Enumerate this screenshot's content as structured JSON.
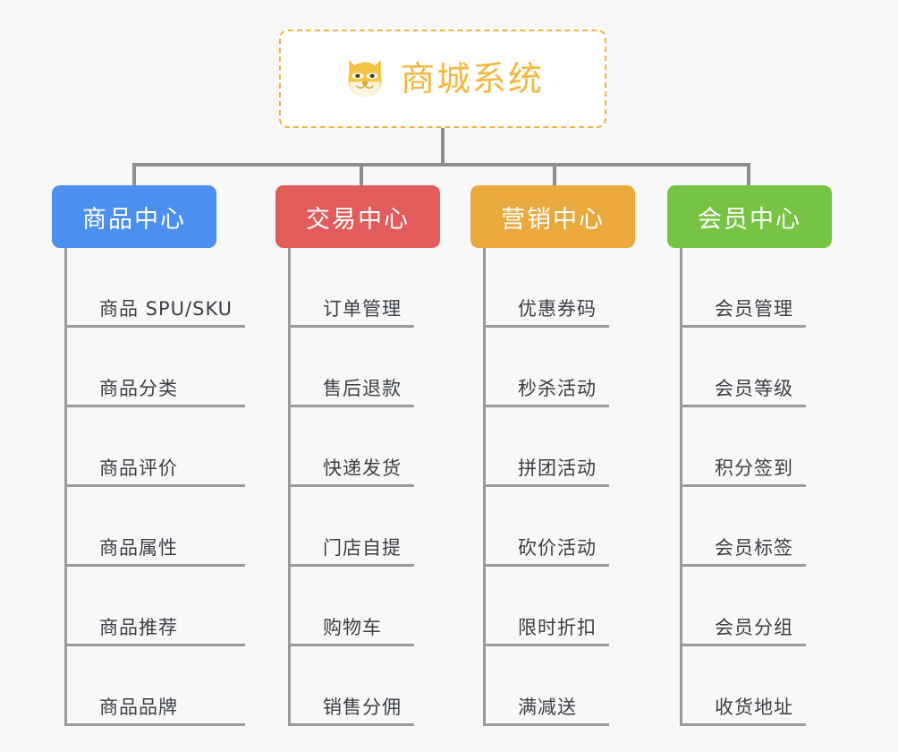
{
  "root": {
    "title": "商城系统",
    "icon": "shiba-dog-face-icon",
    "border_color": "#f0b343",
    "text_color": "#f5b73d",
    "background": "#ffffff"
  },
  "canvas": {
    "background": "#f8f8f8",
    "connector_color": "#8d8d8d",
    "leaf_line_color": "#9a9a9a",
    "leaf_text_color": "#3a3f45"
  },
  "columns": [
    {
      "title": "商品中心",
      "color": "#4b8ff0",
      "items": [
        "商品 SPU/SKU",
        "商品分类",
        "商品评价",
        "商品属性",
        "商品推荐",
        "商品品牌"
      ]
    },
    {
      "title": "交易中心",
      "color": "#e35c5c",
      "items": [
        "订单管理",
        "售后退款",
        "快递发货",
        "门店自提",
        "购物车",
        "销售分佣"
      ]
    },
    {
      "title": "营销中心",
      "color": "#eaa93c",
      "items": [
        "优惠券码",
        "秒杀活动",
        "拼团活动",
        "砍价活动",
        "限时折扣",
        "满减送"
      ]
    },
    {
      "title": "会员中心",
      "color": "#77c council",
      "items": [
        "会员管理",
        "会员等级",
        "积分签到",
        "会员标签",
        "会员分组",
        "收货地址"
      ]
    }
  ]
}
